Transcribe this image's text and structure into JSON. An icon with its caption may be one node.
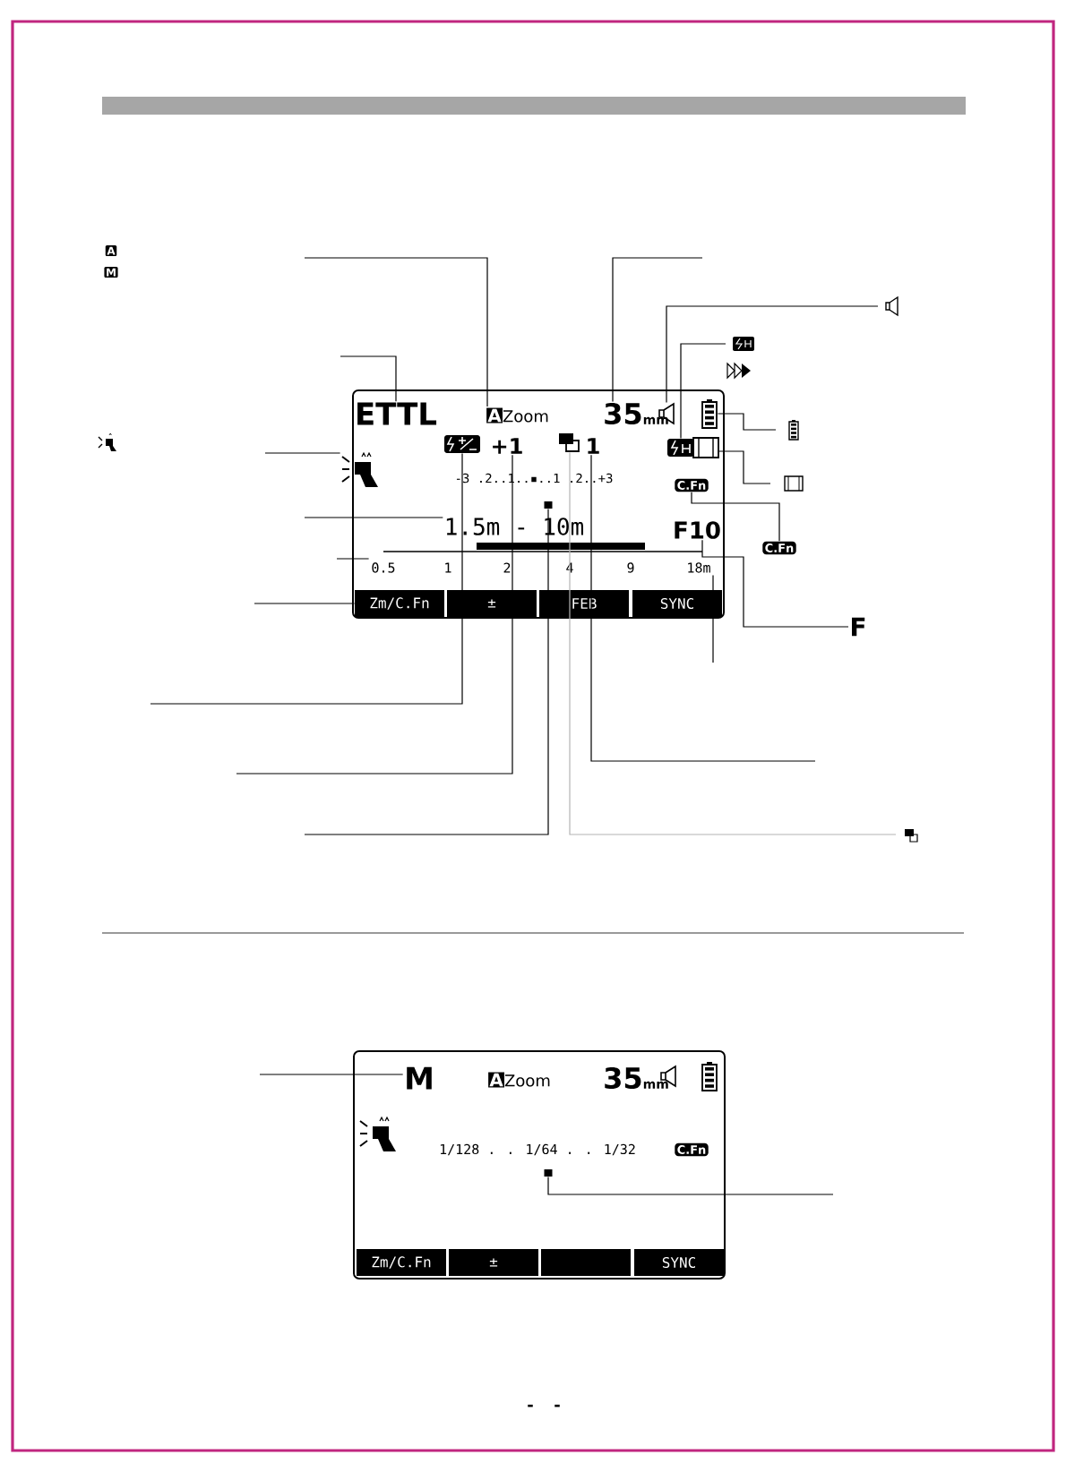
{
  "diagram": {
    "nodes": [
      {
        "text": [],
        "shape": "box"
      },
      {
        "text": [
          "ETTL"
        ],
        "in": 0
      },
      {
        "text": [
          "A",
          "Zoom"
        ],
        "in": 0
      },
      {
        "text": [
          "35",
          "mm"
        ],
        "in": 0
      },
      {
        "text": [],
        "shape": "speaker",
        "in": 0
      },
      {
        "text": [],
        "shape": "battery",
        "in": 0
      },
      {
        "text": [],
        "shape": "icon",
        "in": 0
      },
      {
        "text": [],
        "shape": "icon",
        "in": 0
      },
      {
        "text": [
          "+1"
        ],
        "in": 0
      },
      {
        "text": [],
        "shape": "icon",
        "in": 0
      },
      {
        "text": [
          "1"
        ],
        "in": 0
      },
      {
        "text": [],
        "shape": "icon",
        "in": 0
      },
      {
        "text": [],
        "shape": "icon",
        "in": 0
      },
      {
        "text": [
          "-3 .2..1..▪..1 .2..+3"
        ],
        "in": 0
      },
      {
        "text": [],
        "shape": "square",
        "in": 0
      },
      {
        "text": [
          "C.Fn"
        ],
        "in": 0
      },
      {
        "text": [
          "1.5m - 10m"
        ],
        "in": 0
      },
      {
        "text": [
          "F10"
        ],
        "in": 0
      },
      {
        "text": [],
        "shape": "bar",
        "in": 0
      },
      {
        "text": [
          "0.5",
          "1",
          "2",
          "4",
          "9",
          "18m"
        ],
        "in": 0
      },
      {
        "text": [
          "Zm/C.Fn"
        ],
        "in": 0
      },
      {
        "text": [
          "±"
        ],
        "in": 0
      },
      {
        "text": [
          "FEB"
        ],
        "in": 0
      },
      {
        "text": [
          "SYNC"
        ],
        "in": 0
      },
      {
        "text": [
          "C.Fn"
        ]
      },
      {
        "text": [
          "F"
        ]
      },
      {
        "text": [],
        "shape": "box"
      },
      {
        "text": [
          "M"
        ],
        "in": 26
      },
      {
        "text": [
          "A",
          "Zoom"
        ],
        "in": 26
      },
      {
        "text": [
          "35",
          "mm"
        ],
        "in": 26
      },
      {
        "text": [],
        "shape": "speaker",
        "in": 26
      },
      {
        "text": [],
        "shape": "battery",
        "in": 26
      },
      {
        "text": [],
        "shape": "icon",
        "in": 26
      },
      {
        "text": [
          "1/128 . . 1/64 . . 1/32"
        ],
        "in": 26
      },
      {
        "text": [
          "C.Fn"
        ],
        "in": 26
      },
      {
        "text": [],
        "shape": "square",
        "in": 26
      },
      {
        "text": [
          "Zm/C.Fn"
        ],
        "in": 26
      },
      {
        "text": [
          "±"
        ],
        "in": 26
      },
      {
        "text": [],
        "shape": "box",
        "in": 26
      },
      {
        "text": [
          "SYNC"
        ],
        "in": 26
      }
    ],
    "edges": [
      {
        "from": null,
        "to": 2,
        "arrow": "none"
      },
      {
        "from": null,
        "to": 3,
        "arrow": "none"
      },
      {
        "from": null,
        "to": 4,
        "arrow": "none"
      },
      {
        "from": null,
        "to": 11,
        "arrow": "none"
      },
      {
        "from": null,
        "to": 5,
        "arrow": "none"
      },
      {
        "from": null,
        "to": 12,
        "arrow": "none"
      },
      {
        "from": 24,
        "to": 15,
        "arrow": "none"
      },
      {
        "from": null,
        "to": 1,
        "arrow": "none"
      },
      {
        "from": null,
        "to": 6,
        "arrow": "none"
      },
      {
        "from": null,
        "to": 16,
        "arrow": "none"
      },
      {
        "from": null,
        "to": 19,
        "arrow": "none"
      },
      {
        "from": null,
        "to": 20,
        "arrow": "none"
      },
      {
        "from": null,
        "to": 7,
        "arrow": "none"
      },
      {
        "from": null,
        "to": 8,
        "arrow": "none"
      },
      {
        "from": null,
        "to": 14,
        "arrow": "none"
      },
      {
        "from": null,
        "to": 9,
        "arrow": "none",
        "color": "#b4b4b4"
      },
      {
        "from": null,
        "to": 10,
        "arrow": "none"
      },
      {
        "from": 25,
        "to": 17,
        "arrow": "none"
      },
      {
        "from": null,
        "to": 19,
        "arrow": "none"
      },
      {
        "from": null,
        "to": 27,
        "arrow": "none"
      },
      {
        "from": null,
        "to": 35,
        "arrow": "none"
      }
    ],
    "labels": [
      "A",
      "M",
      "-",
      "-"
    ]
  }
}
